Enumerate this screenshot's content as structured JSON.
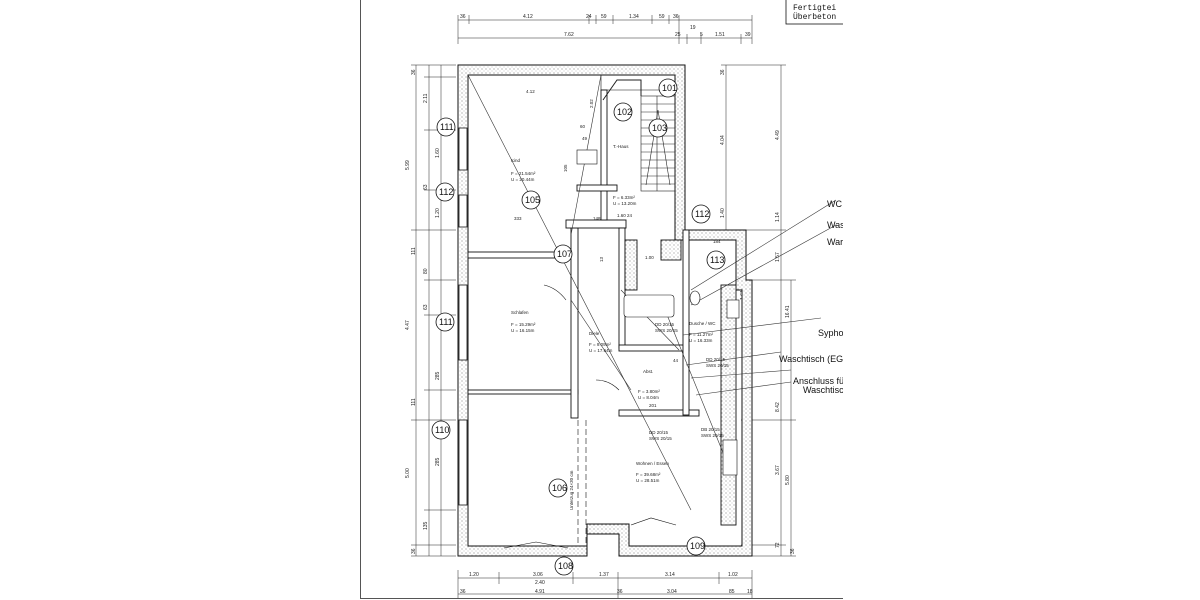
{
  "title_block": [
    "Fertigtei",
    "Überbeton"
  ],
  "top_dims": {
    "row1": [
      "36",
      "4.12",
      "24",
      "59",
      "1.34",
      "59",
      "36"
    ],
    "row2": [
      "7.62",
      "25",
      "5",
      "1.51",
      "39"
    ],
    "extra": "19"
  },
  "bottom_dims": {
    "row1": [
      "1.20",
      "3.06",
      "1.37",
      "3.14",
      "1.02"
    ],
    "row2": [
      "2.40"
    ],
    "row3": [
      "36",
      "4.91",
      "36",
      "3.04",
      "85",
      "18"
    ]
  },
  "left_dims": [
    "36",
    "2.11",
    "5.99",
    "1.60",
    "63",
    "1.20",
    "111",
    "80",
    "63",
    "4.47",
    "285",
    "111",
    "285",
    "5.00",
    "135",
    "36"
  ],
  "right_dims": [
    "36",
    "4.49",
    "4.04",
    "1.40",
    "1.14",
    "1.57",
    "1.61",
    "16.41",
    "8.42",
    "5.80",
    "3.67",
    "72",
    "36"
  ],
  "room_numbers": [
    "101",
    "102",
    "103",
    "105",
    "106",
    "107",
    "108",
    "109",
    "110",
    "111",
    "111",
    "112",
    "112",
    "113"
  ],
  "rooms": [
    {
      "name": "Kind",
      "f": "F = 21.54m²",
      "u": "U = 20.44m"
    },
    {
      "name": "Schlafen",
      "f": "F = 15.29m²",
      "u": "U = 16.15m"
    },
    {
      "name": "Diele",
      "f": "F = 9.09m²",
      "u": "U = 17.64m"
    },
    {
      "name": "Dusche / WC",
      "f": "F = 11.27m²",
      "u": "U = 16.33m"
    },
    {
      "name": "Abst.",
      "f": "F = 3.80m²",
      "u": "U = 8.04m"
    },
    {
      "name": "Wohnen / Essen",
      "f": "F = 39.68m²",
      "u": "U = 28.51m"
    },
    {
      "name": "T.-Haus",
      "f": "F = 6.33m²",
      "u": "U = 13.20m"
    }
  ],
  "openings": [
    "DD 20/15",
    "SWS 20/15",
    "DD 20/15",
    "SWS 20/15",
    "DD 20/15",
    "SWS 20/15",
    "DB 20/15",
    "SWS 20/15"
  ],
  "interior_dims": [
    "4.12",
    "2.02",
    "60",
    "49",
    "105",
    "1.60",
    "333",
    "148",
    "24",
    "13",
    "184",
    "201",
    "1.00",
    "44"
  ],
  "beam_label": "Unterzug 24×30 cm",
  "annotations": [
    "WC",
    "Was",
    "War",
    "Sypho",
    "Waschtisch (EG",
    "Anschluss fü",
    "Waschtisch"
  ]
}
